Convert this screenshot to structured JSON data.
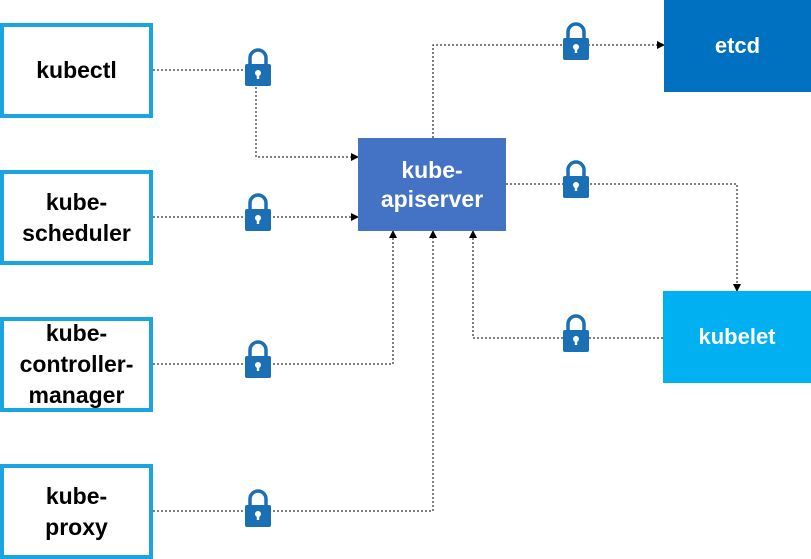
{
  "nodes": {
    "kubectl": "kubectl",
    "scheduler": "kube-\nscheduler",
    "controller_manager": "kube-\ncontroller-\nmanager",
    "proxy": "kube-\nproxy",
    "apiserver": "kube-\napiserver",
    "etcd": "etcd",
    "kubelet": "kubelet"
  },
  "icons": {
    "connection": "lock-icon"
  },
  "colors": {
    "client_border": "#1aa5e0",
    "apiserver": "#4472c4",
    "etcd": "#0070c0",
    "kubelet": "#00b0f0",
    "lock": "#1a6fb5"
  }
}
